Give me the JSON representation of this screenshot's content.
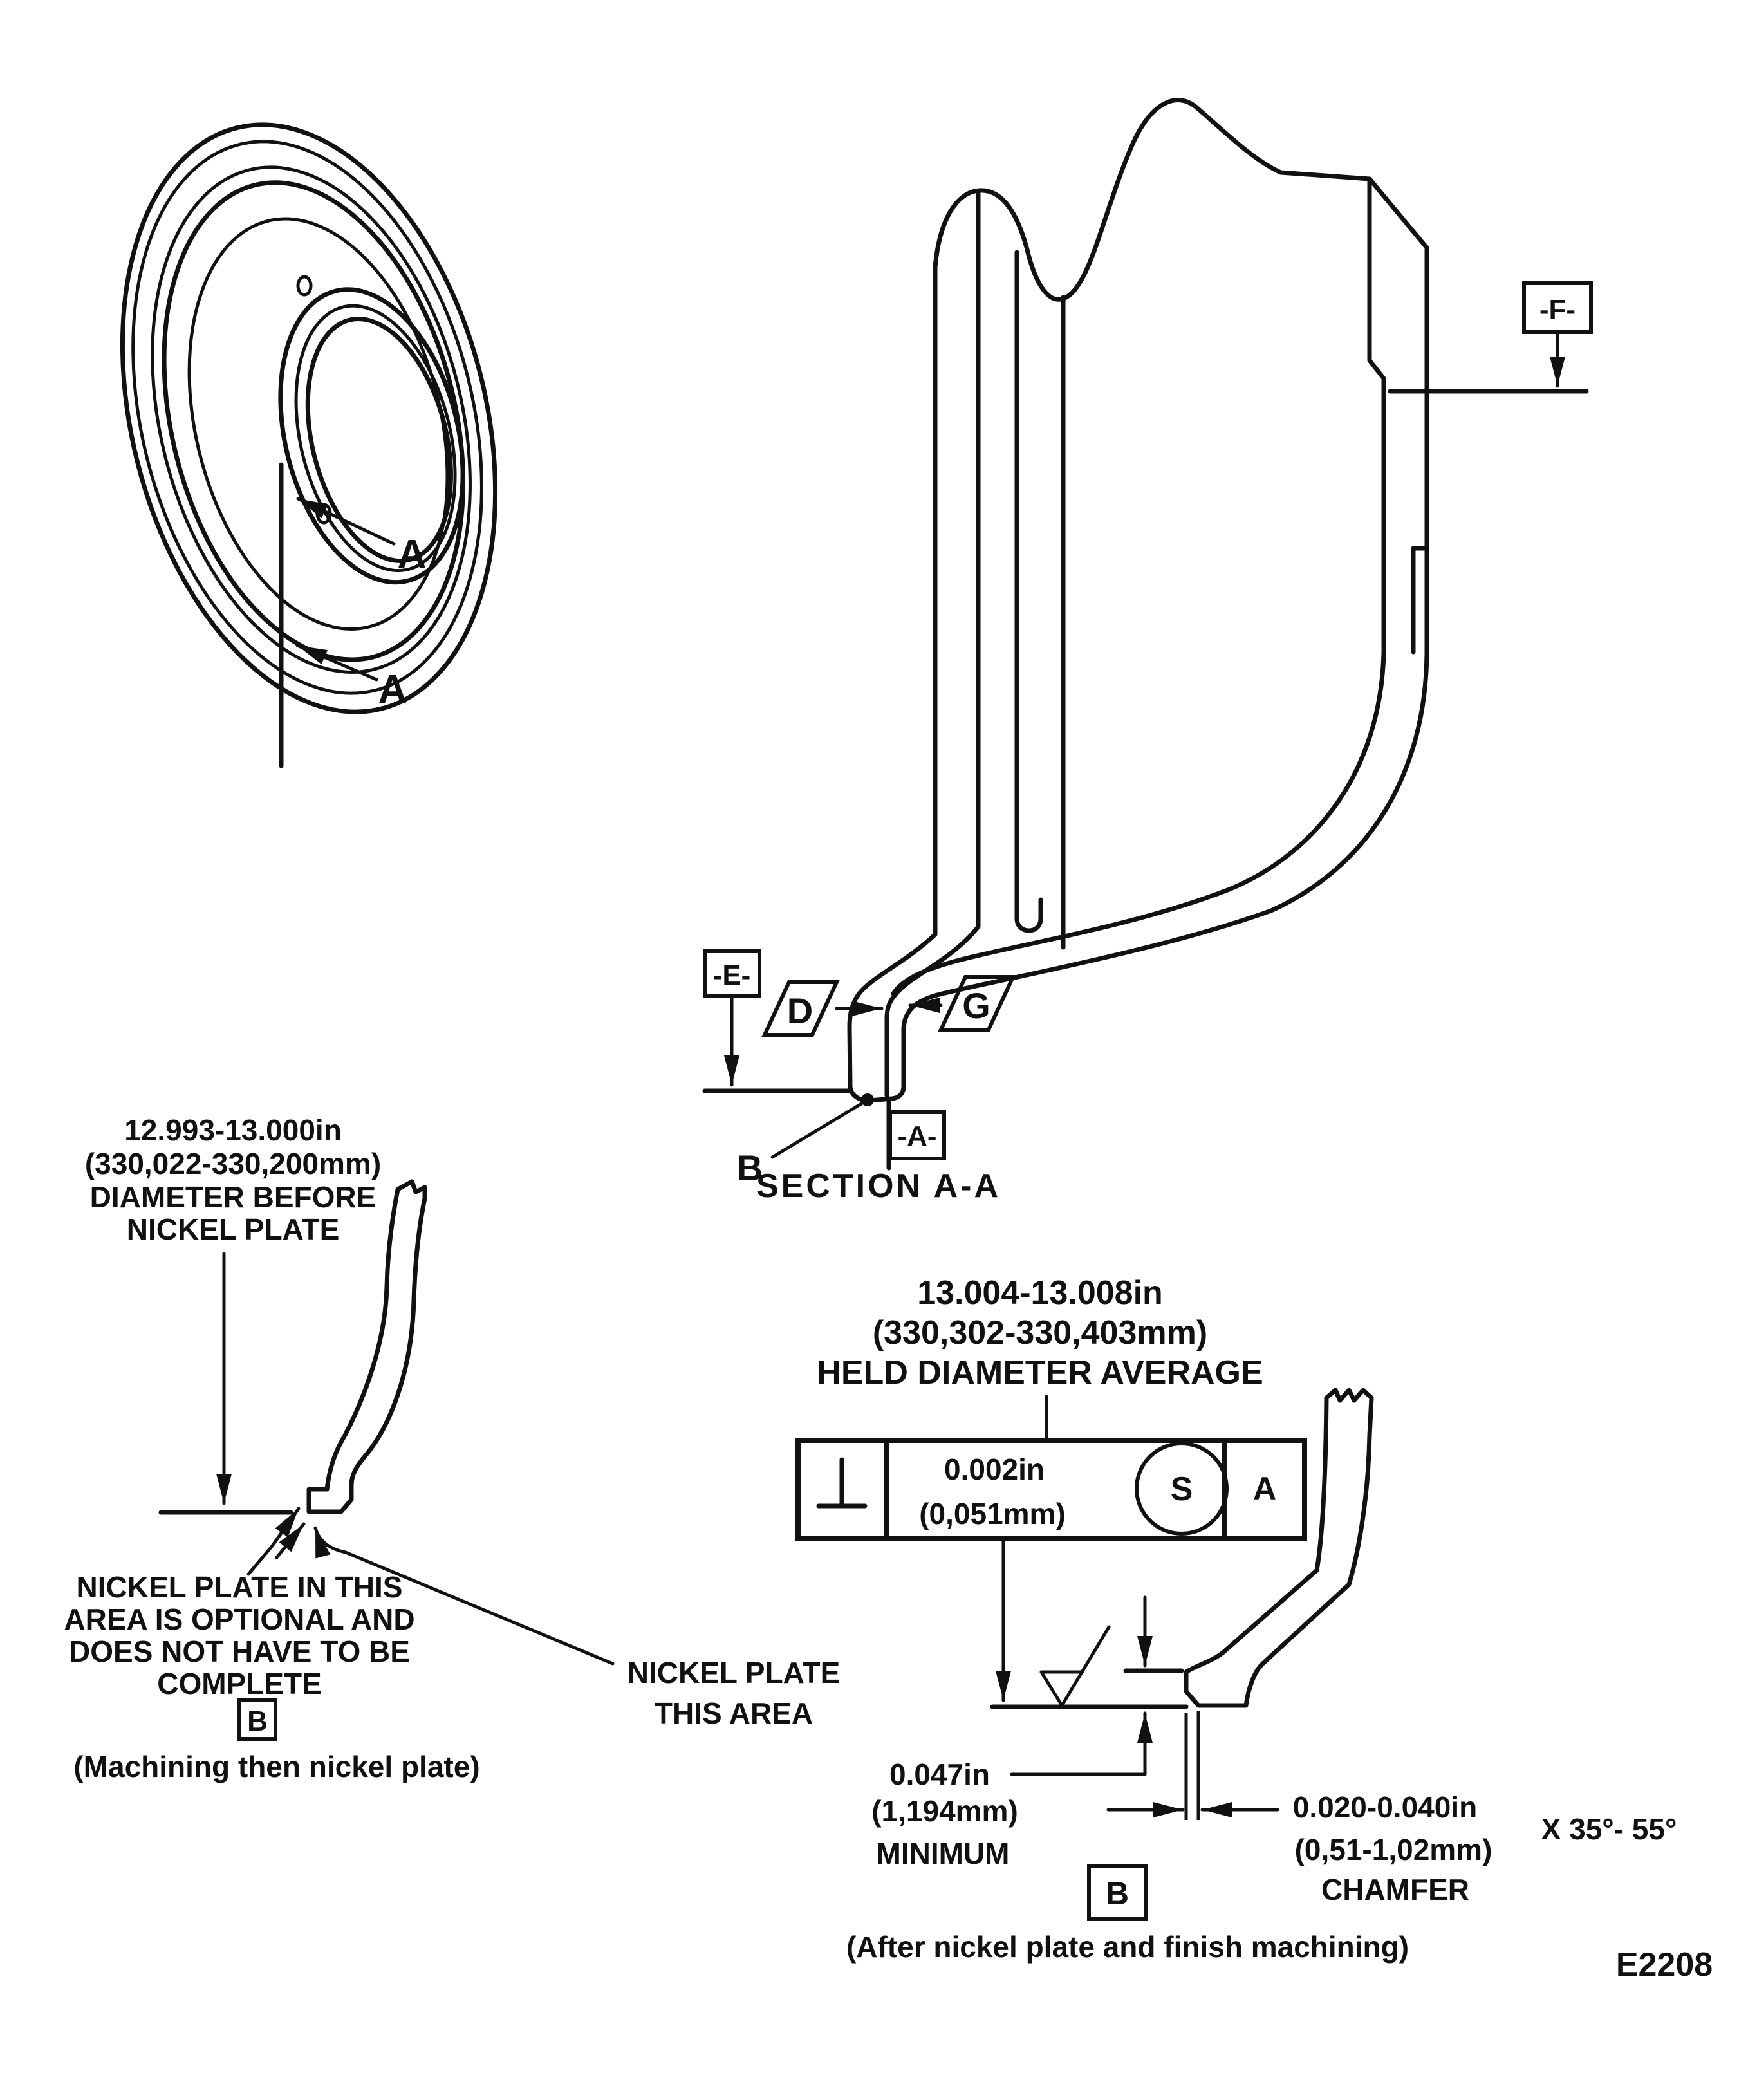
{
  "drawing_number": "E2208",
  "top_view": {
    "label_a_upper": "A",
    "label_a_lower": "A"
  },
  "section_view": {
    "title": "SECTION A-A",
    "datum_f": "-F-",
    "datum_e": "-E-",
    "datum_a": "-A-",
    "flag_d": "D",
    "flag_g": "G",
    "point_label_b": "B"
  },
  "left_detail": {
    "dimension_lines": [
      "12.993-13.000in",
      "(330,022-330,200mm)",
      "DIAMETER BEFORE",
      "NICKEL PLATE"
    ],
    "note_optional_lines": [
      "NICKEL PLATE IN THIS",
      "AREA IS OPTIONAL AND",
      "DOES NOT HAVE TO BE",
      "COMPLETE"
    ],
    "note_plate_lines": [
      "NICKEL PLATE",
      "THIS AREA"
    ],
    "flag_b": "B",
    "caption": "(Machining then nickel plate)"
  },
  "right_detail": {
    "dimension_lines": [
      "13.004-13.008in",
      "(330,302-330,403mm)",
      "HELD DIAMETER AVERAGE"
    ],
    "fcf": {
      "tolerance": "0.002in",
      "tolerance_mm": "(0,051mm)",
      "modifier": "S",
      "datum": "A"
    },
    "min_dim_lines": [
      "0.047in",
      "(1,194mm)",
      "MINIMUM"
    ],
    "chamfer_dim_lines": [
      "0.020-0.040in",
      "(0,51-1,02mm)",
      "CHAMFER"
    ],
    "chamfer_angle": "X 35°- 55°",
    "flag_b": "B",
    "caption": "(After nickel plate and finish machining)"
  }
}
